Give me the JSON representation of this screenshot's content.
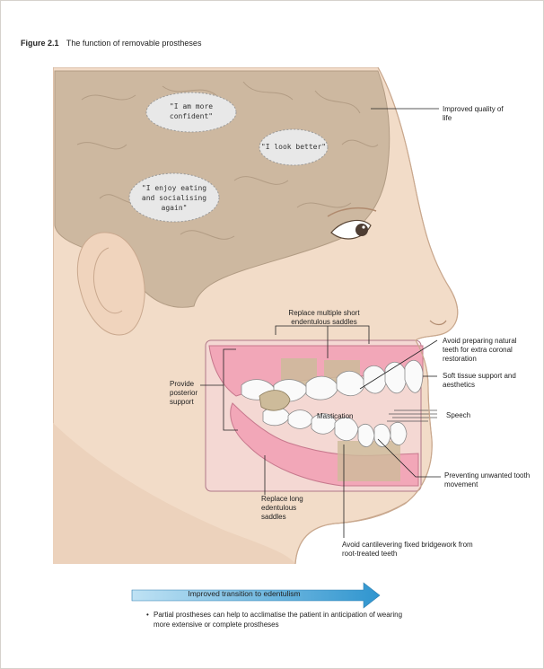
{
  "figure": {
    "number": "Figure 2.1",
    "title": "The function of removable prostheses"
  },
  "thought_bubbles": [
    {
      "text": "\"I am more confident\""
    },
    {
      "text": "\"I look better\""
    },
    {
      "text": "\"I enjoy eating and socialising again\""
    }
  ],
  "labels": {
    "improved_quality": "Improved quality of life",
    "replace_multiple": "Replace multiple short endentulous saddles",
    "avoid_preparing": "Avoid preparing natural teeth for extra coronal restoration",
    "soft_tissue": "Soft tissue support and aesthetics",
    "speech": "Speech",
    "mastication": "Mastication",
    "provide_posterior": "Provide posterior support",
    "preventing_unwanted": "Preventing unwanted tooth movement",
    "replace_long": "Replace long edentulous saddles",
    "avoid_cantilevering": "Avoid cantilevering fixed bridgework from root-treated teeth"
  },
  "transition_arrow": {
    "label": "Improved transition to edentulism"
  },
  "bullet_points": [
    "Partial prostheses can help to acclimatise the patient in anticipation of wearing more extensive or complete prostheses"
  ],
  "colors": {
    "skin": "#f2dcc8",
    "brain": "#cdb8a0",
    "gum": "#f2a7b8",
    "arrow": "#49a8d8",
    "tooth": "#fafafa"
  }
}
